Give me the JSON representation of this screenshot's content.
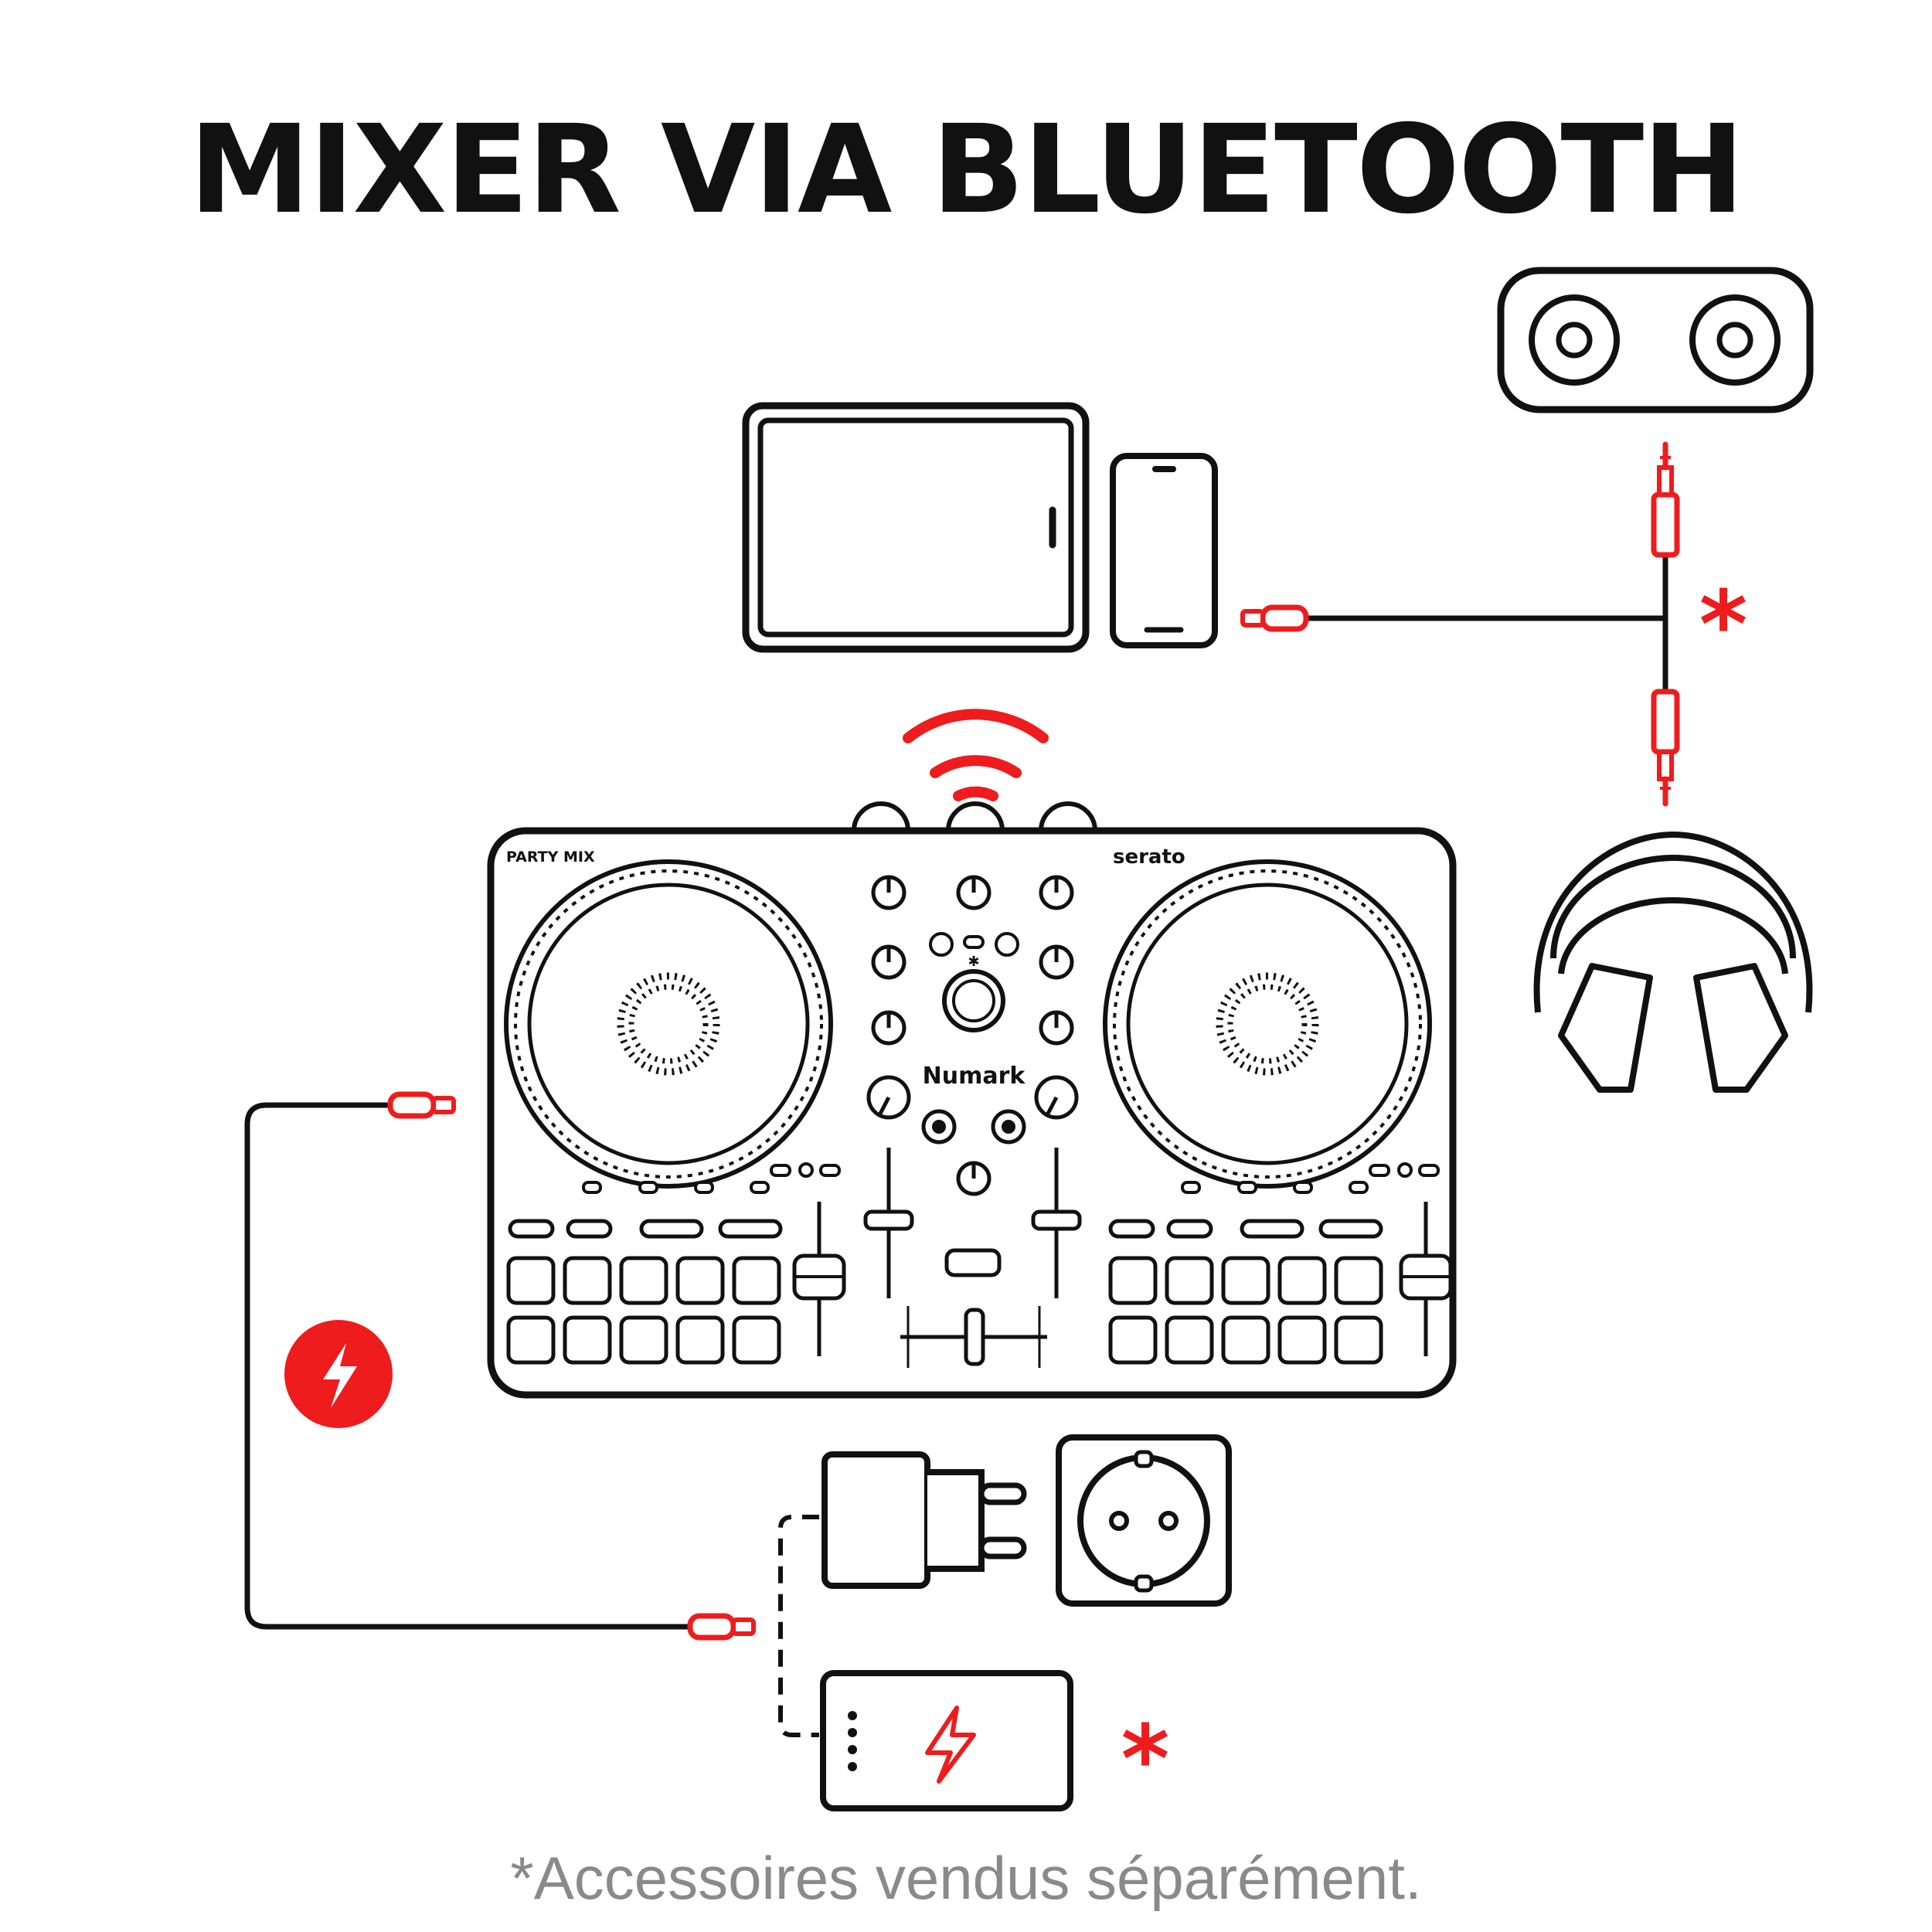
{
  "title": "MIXER VIA BLUETOOTH",
  "footnote": "*Accessoires vendus séparément.",
  "controller": {
    "left_label": "PARTY MIX",
    "right_label": "serato",
    "brand": "Numark"
  },
  "markers": {
    "asterisk": "*"
  },
  "colors": {
    "line": "#111111",
    "accent": "#ee1c1c",
    "footnote": "#8a8a8a",
    "background": "#ffffff"
  },
  "icons": [
    "tablet-icon",
    "phone-icon",
    "speaker-icon",
    "headphones-icon",
    "bluetooth-wave-icon",
    "power-adapter-icon",
    "wall-socket-icon",
    "power-bank-icon",
    "lightning-icon",
    "usb-c-plug-icon",
    "aux-jack-icon"
  ]
}
